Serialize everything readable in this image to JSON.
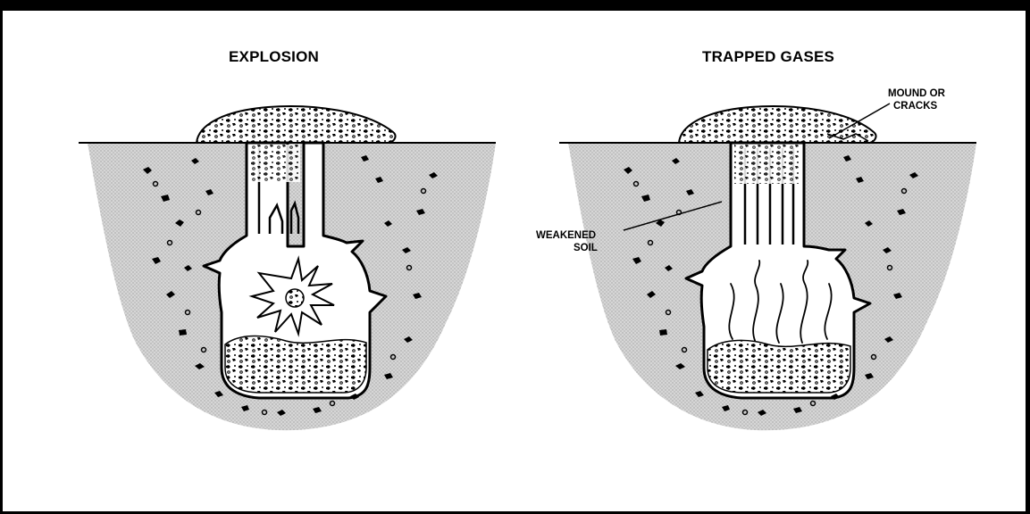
{
  "panels": {
    "left": {
      "title": "EXPLOSION"
    },
    "right": {
      "title": "TRAPPED GASES"
    }
  },
  "callouts": {
    "mound_line1": "MOUND OR",
    "mound_line2": "CRACKS",
    "weakened_line1": "WEAKENED",
    "weakened_line2": "SOIL"
  },
  "colors": {
    "ink": "#000000",
    "soil": "#c9c9c9",
    "cavity": "#ffffff"
  }
}
